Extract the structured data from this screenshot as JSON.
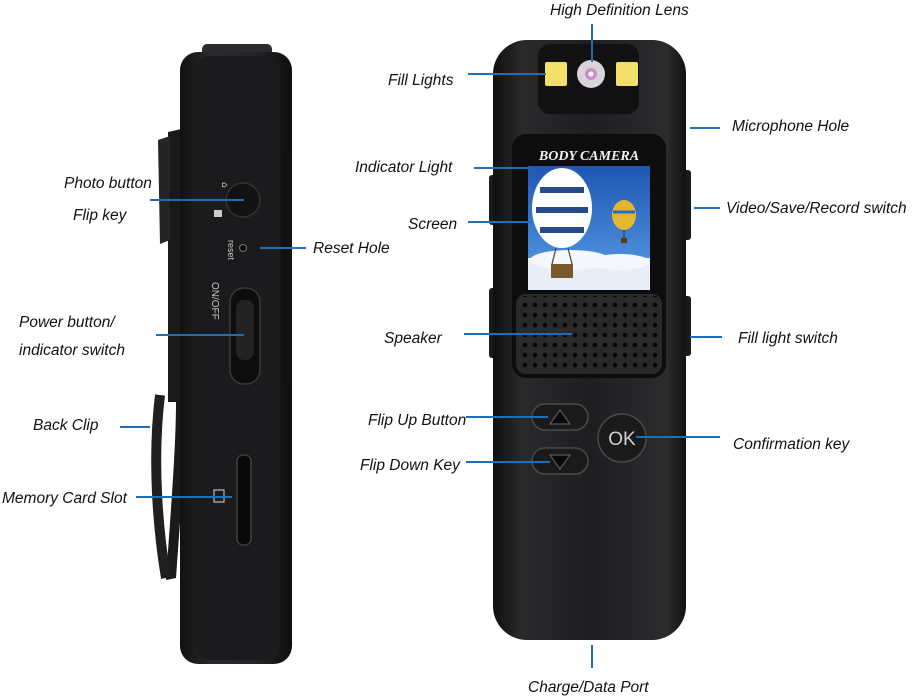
{
  "labels": {
    "high_definition_lens": "High Definition Lens",
    "fill_lights": "Fill Lights",
    "microphone_hole": "Microphone Hole",
    "indicator_light": "Indicator Light",
    "screen": "Screen",
    "video_save_record_switch": "Video/Save/Record switch",
    "speaker": "Speaker",
    "fill_light_switch": "Fill light switch",
    "flip_up_button": "Flip Up Button",
    "flip_down_key": "Flip Down Key",
    "confirmation_key": "Confirmation key",
    "charge_data_port": "Charge/Data Port",
    "photo_button": "Photo button",
    "flip_key": "Flip key",
    "reset_hole": "Reset Hole",
    "power_button": "Power button/",
    "indicator_switch": "indicator switch",
    "back_clip": "Back Clip",
    "memory_card_slot": "Memory Card Slot"
  },
  "device": {
    "screen_title": "BODY CAMERA",
    "ok_key": "OK",
    "side_reset": "reset",
    "side_onoff": "ON/OFF"
  },
  "colors": {
    "leader_line": "#1f6fb8",
    "device_body": "#1c1c1e",
    "screen_sky": "#2f72c8",
    "fill_light": "#f3e06a"
  }
}
